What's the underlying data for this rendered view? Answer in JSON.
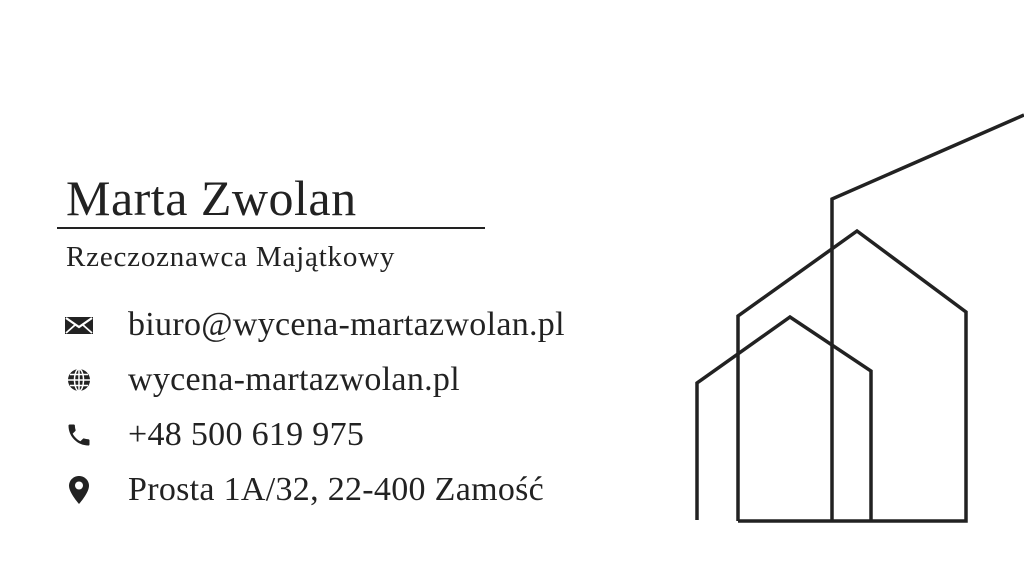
{
  "card": {
    "name": "Marta Zwolan",
    "title": "Rzeczoznawca Majątkowy",
    "contacts": [
      {
        "icon": "envelope-icon",
        "text": "biuro@wycena-martazwolan.pl"
      },
      {
        "icon": "globe-icon",
        "text": "wycena-martazwolan.pl"
      },
      {
        "icon": "phone-icon",
        "text": "+48 500 619 975"
      },
      {
        "icon": "location-pin-icon",
        "text": "Prosta 1A/32, 22-400 Zamość"
      }
    ],
    "ink_color": "#222222"
  }
}
